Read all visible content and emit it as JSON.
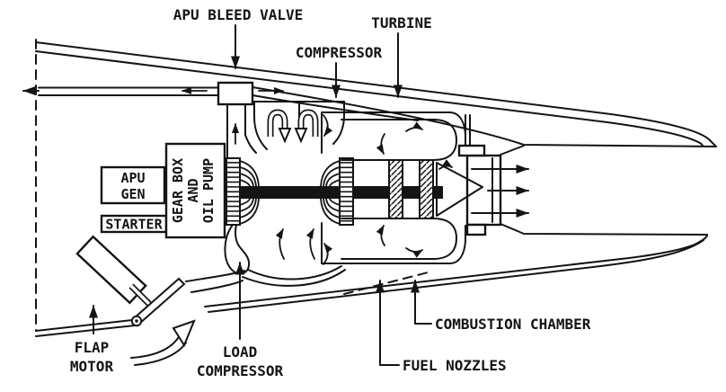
{
  "diagram": {
    "type": "technical-cutaway-schematic",
    "subject": "Aircraft tail cone APU (auxiliary power unit) cutaway",
    "colors": {
      "ink": "#141414",
      "background": "#ffffff"
    },
    "labels": {
      "apu_bleed_valve": "APU BLEED VALVE",
      "compressor": "COMPRESSOR",
      "turbine": "TURBINE",
      "apu_gen_line1": "APU",
      "apu_gen_line2": "GEN",
      "gear_box_line1": "GEAR BOX",
      "gear_box_line2": "AND",
      "gear_box_line3": "OIL PUMP",
      "starter": "STARTER",
      "flap_motor_line1": "FLAP",
      "flap_motor_line2": "MOTOR",
      "load_compressor_line1": "LOAD",
      "load_compressor_line2": "COMPRESSOR",
      "fuel_nozzles": "FUEL NOZZLES",
      "combustion_chamber": "COMBUSTION CHAMBER"
    }
  }
}
